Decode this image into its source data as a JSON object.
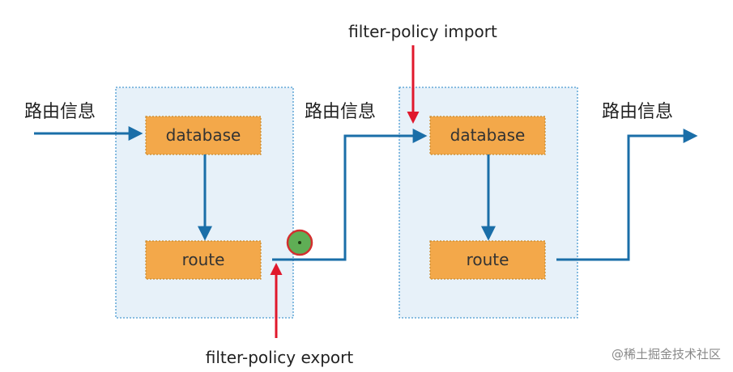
{
  "labels": {
    "route_info_left": "路由信息",
    "route_info_middle": "路由信息",
    "route_info_right": "路由信息",
    "filter_import": "filter-policy import",
    "filter_export": "filter-policy export"
  },
  "router_1": {
    "database": "database",
    "route": "route"
  },
  "router_2": {
    "database": "database",
    "route": "route"
  },
  "watermark": "@稀土掘金技术社区",
  "colors": {
    "flow": "#1a6ea8",
    "filter_arrow": "#e0182c",
    "router_fill": "#e7f1f9",
    "router_border": "#4a9ad1",
    "table_fill": "#f3a84a",
    "table_border": "#c98a2c",
    "marker_fill": "#5fae55",
    "marker_ring": "#d32f2f"
  }
}
